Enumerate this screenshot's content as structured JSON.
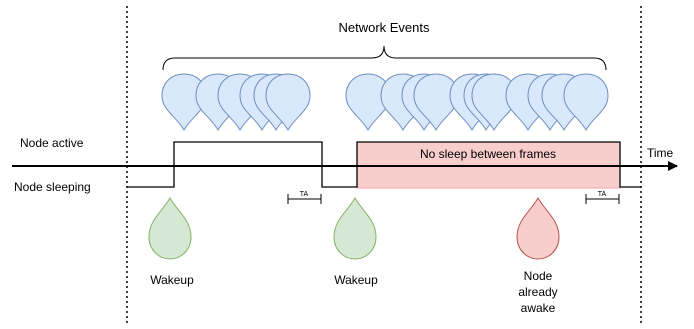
{
  "title": "Network Events",
  "states": {
    "active": "Node active",
    "sleeping": "Node sleeping"
  },
  "axis_label": "Time",
  "region_label": "No sleep between frames",
  "ta_labels": [
    "TA",
    "TA"
  ],
  "markers": [
    {
      "label_lines": [
        "Wakeup"
      ],
      "kind": "wakeup"
    },
    {
      "label_lines": [
        "Wakeup"
      ],
      "kind": "wakeup"
    },
    {
      "label_lines": [
        "Node",
        "already",
        "awake"
      ],
      "kind": "awake"
    }
  ],
  "colors": {
    "event_fill": "#dae8fc",
    "event_stroke": "#6c8ebf",
    "wakeup_fill": "#d5e8d4",
    "wakeup_stroke": "#82b366",
    "awake_fill": "#f8cecc",
    "awake_stroke": "#b85450",
    "region_fill": "#f8cecc",
    "region_stroke": "#f4a6a6"
  },
  "event_groups": [
    {
      "count": 6,
      "icon": "network-event-drop"
    },
    {
      "count": 11,
      "icon": "network-event-drop"
    }
  ]
}
